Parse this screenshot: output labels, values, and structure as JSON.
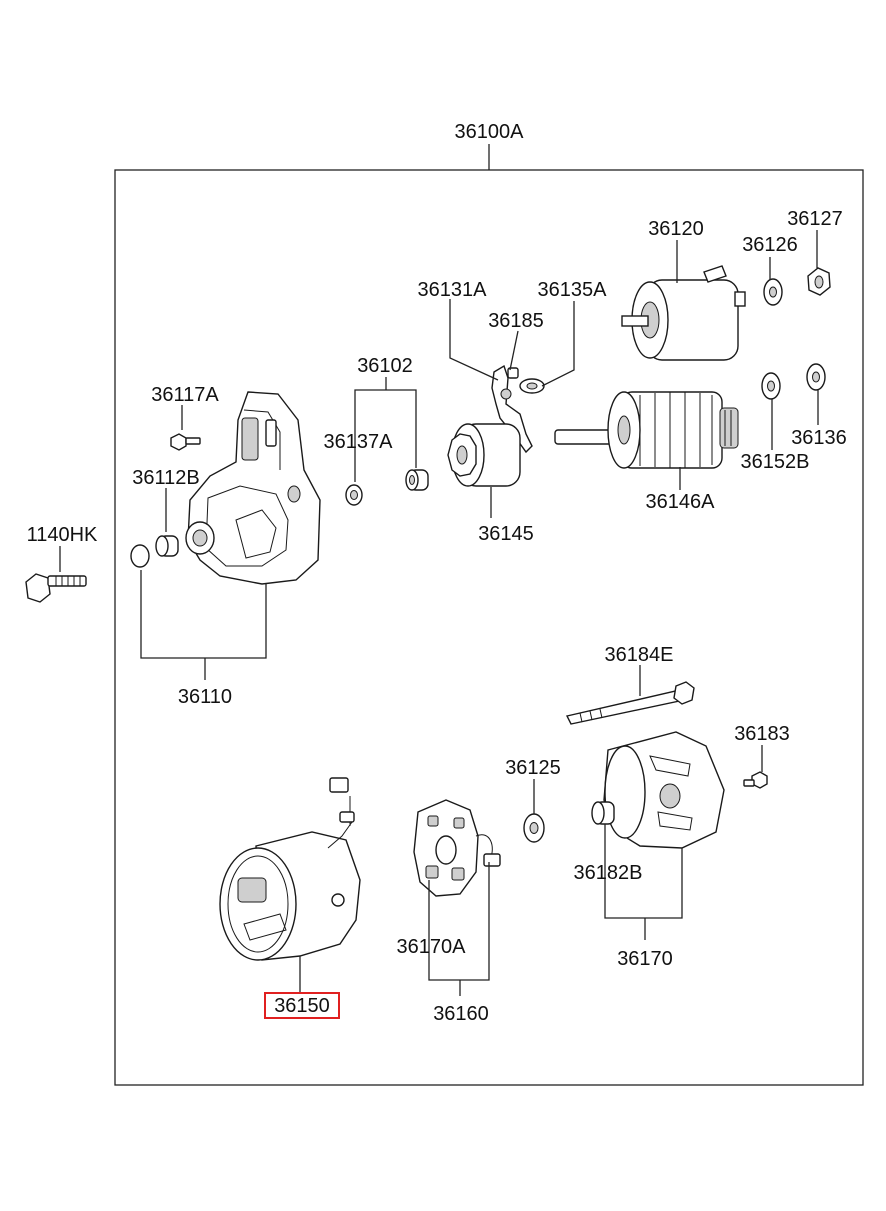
{
  "assembly": {
    "part_no": "36100A"
  },
  "labels": {
    "p36120": "36120",
    "p36127": "36127",
    "p36126": "36126",
    "p36131A": "36131A",
    "p36135A": "36135A",
    "p36185": "36185",
    "p36102": "36102",
    "p36117A": "36117A",
    "p36137A": "36137A",
    "p36112B": "36112B",
    "p36136": "36136",
    "p36152B": "36152B",
    "p36146A": "36146A",
    "p36145": "36145",
    "p1140HK": "1140HK",
    "p36110": "36110",
    "p36184E": "36184E",
    "p36183": "36183",
    "p36125": "36125",
    "p36182B": "36182B",
    "p36170A": "36170A",
    "p36170": "36170",
    "p36160": "36160",
    "p36150": "36150"
  },
  "highlight": {
    "part": "36150",
    "color": "#e02020"
  }
}
